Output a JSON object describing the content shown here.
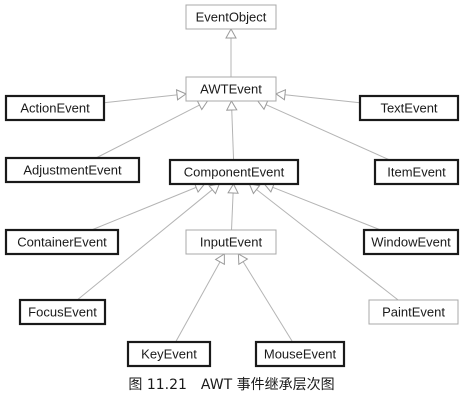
{
  "nodes": [
    {
      "id": "EventObject",
      "label": "EventObject",
      "style": "light"
    },
    {
      "id": "AWTEvent",
      "label": "AWTEvent",
      "style": "light"
    },
    {
      "id": "ActionEvent",
      "label": "ActionEvent",
      "style": "bold"
    },
    {
      "id": "TextEvent",
      "label": "TextEvent",
      "style": "bold"
    },
    {
      "id": "AdjustmentEvent",
      "label": "AdjustmentEvent",
      "style": "bold"
    },
    {
      "id": "ComponentEvent",
      "label": "ComponentEvent",
      "style": "bold"
    },
    {
      "id": "ItemEvent",
      "label": "ItemEvent",
      "style": "bold"
    },
    {
      "id": "ContainerEvent",
      "label": "ContainerEvent",
      "style": "bold"
    },
    {
      "id": "InputEvent",
      "label": "InputEvent",
      "style": "light"
    },
    {
      "id": "WindowEvent",
      "label": "WindowEvent",
      "style": "bold"
    },
    {
      "id": "FocusEvent",
      "label": "FocusEvent",
      "style": "bold"
    },
    {
      "id": "PaintEvent",
      "label": "PaintEvent",
      "style": "light"
    },
    {
      "id": "KeyEvent",
      "label": "KeyEvent",
      "style": "bold"
    },
    {
      "id": "MouseEvent",
      "label": "MouseEvent",
      "style": "bold"
    }
  ],
  "edges": [
    {
      "from": "AWTEvent",
      "to": "EventObject"
    },
    {
      "from": "ActionEvent",
      "to": "AWTEvent"
    },
    {
      "from": "TextEvent",
      "to": "AWTEvent"
    },
    {
      "from": "AdjustmentEvent",
      "to": "AWTEvent"
    },
    {
      "from": "ComponentEvent",
      "to": "AWTEvent"
    },
    {
      "from": "ItemEvent",
      "to": "AWTEvent"
    },
    {
      "from": "ContainerEvent",
      "to": "ComponentEvent"
    },
    {
      "from": "InputEvent",
      "to": "ComponentEvent"
    },
    {
      "from": "WindowEvent",
      "to": "ComponentEvent"
    },
    {
      "from": "FocusEvent",
      "to": "ComponentEvent"
    },
    {
      "from": "PaintEvent",
      "to": "ComponentEvent"
    },
    {
      "from": "KeyEvent",
      "to": "InputEvent"
    },
    {
      "from": "MouseEvent",
      "to": "InputEvent"
    }
  ],
  "caption": "图 11.21　AWT 事件继承层次图",
  "colors": {
    "bold_border": "#1a1a1a",
    "light_border": "#a8a8a8",
    "edge": "#b4b4b4"
  }
}
